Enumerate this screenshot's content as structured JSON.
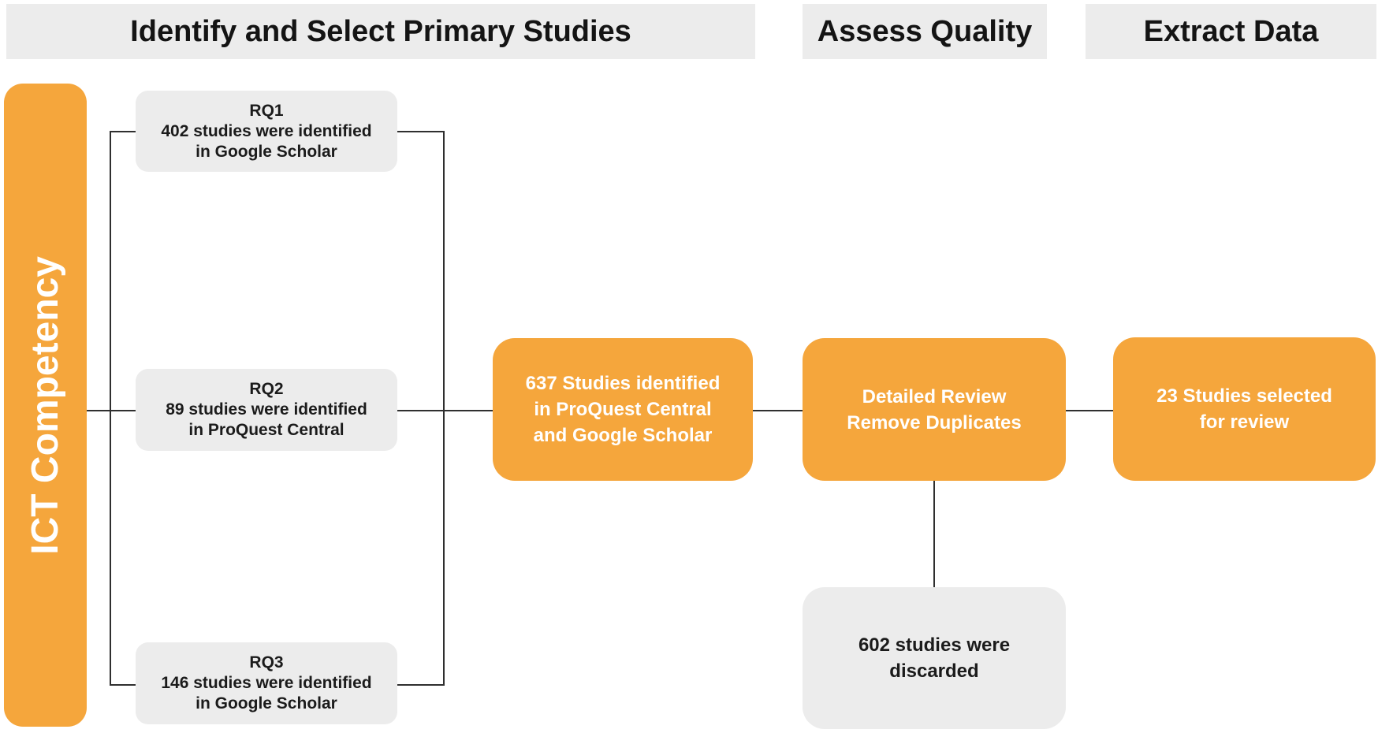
{
  "diagram": {
    "type": "flowchart",
    "subject": "Systematic review study selection process"
  },
  "headers": [
    {
      "label": "Identify and Select Primary Studies"
    },
    {
      "label": "Assess Quality"
    },
    {
      "label": "Extract Data"
    }
  ],
  "sidebar": {
    "label": "ICT Competency"
  },
  "rq_boxes": [
    {
      "lines": [
        "RQ1",
        "402 studies were identified",
        "in Google Scholar"
      ]
    },
    {
      "lines": [
        "RQ2",
        "89 studies were identified",
        "in ProQuest Central"
      ]
    },
    {
      "lines": [
        "RQ3",
        "146 studies were identified",
        "in Google Scholar"
      ]
    }
  ],
  "process_boxes": {
    "identified": {
      "lines": [
        "637 Studies identified",
        "in ProQuest Central",
        "and Google Scholar"
      ]
    },
    "review": {
      "lines": [
        "Detailed Review",
        "Remove Duplicates"
      ]
    },
    "selected": {
      "lines": [
        "23 Studies selected",
        "for review"
      ]
    }
  },
  "discard_box": {
    "lines": [
      "602 studies were",
      "discarded"
    ]
  },
  "counts": {
    "rq1_identified": 402,
    "rq2_identified": 89,
    "rq3_identified": 146,
    "total_identified": 637,
    "discarded": 602,
    "selected_for_review": 23
  },
  "colors": {
    "accent_orange": "#F5A63C",
    "box_gray": "#ECECEC",
    "line": "#2F2F2F",
    "text_dark": "#141414",
    "text_light": "#FFFFFF"
  }
}
